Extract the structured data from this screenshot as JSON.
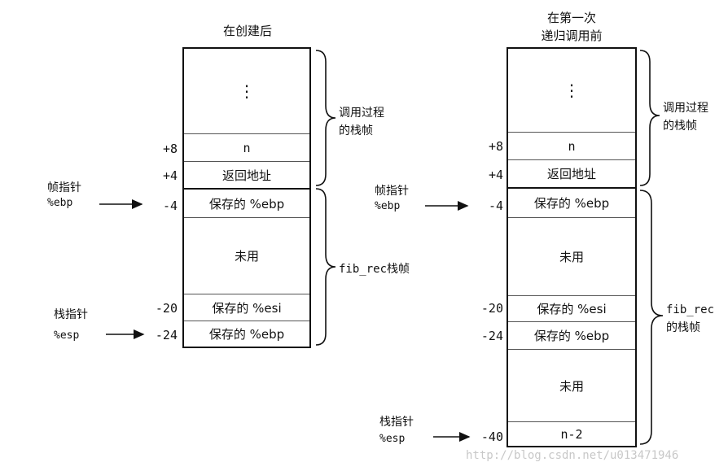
{
  "left": {
    "title": "在创建后",
    "ellipsis": "⋮",
    "cells": [
      "n",
      "返回地址",
      "保存的 %ebp",
      "未用",
      "保存的 %esi",
      "保存的 %ebp"
    ],
    "offsets": [
      "+8",
      "+4",
      "-4",
      "-20",
      "-24"
    ],
    "frame_pointer": {
      "label": "帧指针",
      "reg": "%ebp"
    },
    "stack_pointer": {
      "label": "栈指针",
      "reg": "%esp"
    },
    "caller_brace": [
      "调用过程",
      "的栈帧"
    ],
    "callee_brace": "fib_rec栈帧"
  },
  "right": {
    "title_line1": "在第一次",
    "title_line2": "递归调用前",
    "ellipsis": "⋮",
    "cells": [
      "n",
      "返回地址",
      "保存的 %ebp",
      "未用",
      "保存的 %esi",
      "保存的 %ebp",
      "未用",
      "n-2"
    ],
    "offsets": [
      "+8",
      "+4",
      "-4",
      "-20",
      "-24",
      "-40"
    ],
    "frame_pointer": {
      "label": "帧指针",
      "reg": "%ebp"
    },
    "stack_pointer": {
      "label": "栈指针",
      "reg": "%esp"
    },
    "caller_brace": [
      "调用过程",
      "的栈帧"
    ],
    "callee_brace": [
      "fib_rec",
      "的栈帧"
    ]
  },
  "watermark": "http://blog.csdn.net/u013471946"
}
